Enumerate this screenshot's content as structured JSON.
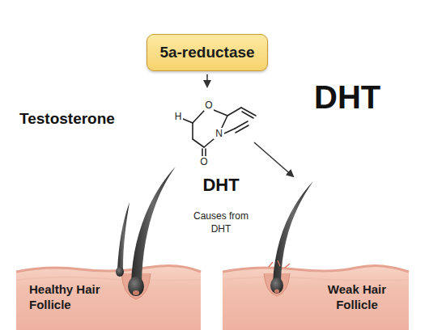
{
  "diagram": {
    "nodes": [
      {
        "text": [
          "5a-reductase"
        ]
      },
      {
        "text": [
          "Healthy Hair Follicle"
        ]
      },
      {
        "text": [
          "Weak Hair Follicle"
        ]
      }
    ],
    "labels": [
      "DHT",
      "Testosterone",
      "H",
      "O",
      "N",
      "O",
      "DHT",
      "Causes from DHT"
    ]
  }
}
